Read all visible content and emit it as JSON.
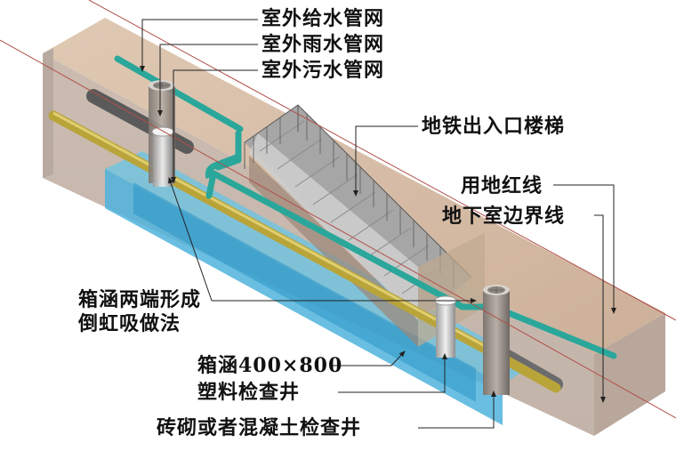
{
  "labels": {
    "water_supply": "室外给水管网",
    "rain_water": "室外雨水管网",
    "sewage": "室外污水管网",
    "metro_stairs": "地铁出入口楼梯",
    "land_red_line": "用地红线",
    "basement_boundary": "地下室边界线",
    "culvert_ends_line1": "箱涵两端形成",
    "culvert_ends_line2": "倒虹吸做法",
    "culvert_size": "箱涵400×800",
    "plastic_well": "塑料检查井",
    "brick_well": "砖砌或者混凝土检查井"
  },
  "colors": {
    "soil_front": "#c9b6a8",
    "soil_top": "#d8bfa6",
    "culvert_water": "#5fc0e0",
    "water_pipe": "#2aa79a",
    "yellow_pipe": "#b9a43a",
    "grey_pipe": "#6e6e6e",
    "red_line": "#b0504a"
  }
}
